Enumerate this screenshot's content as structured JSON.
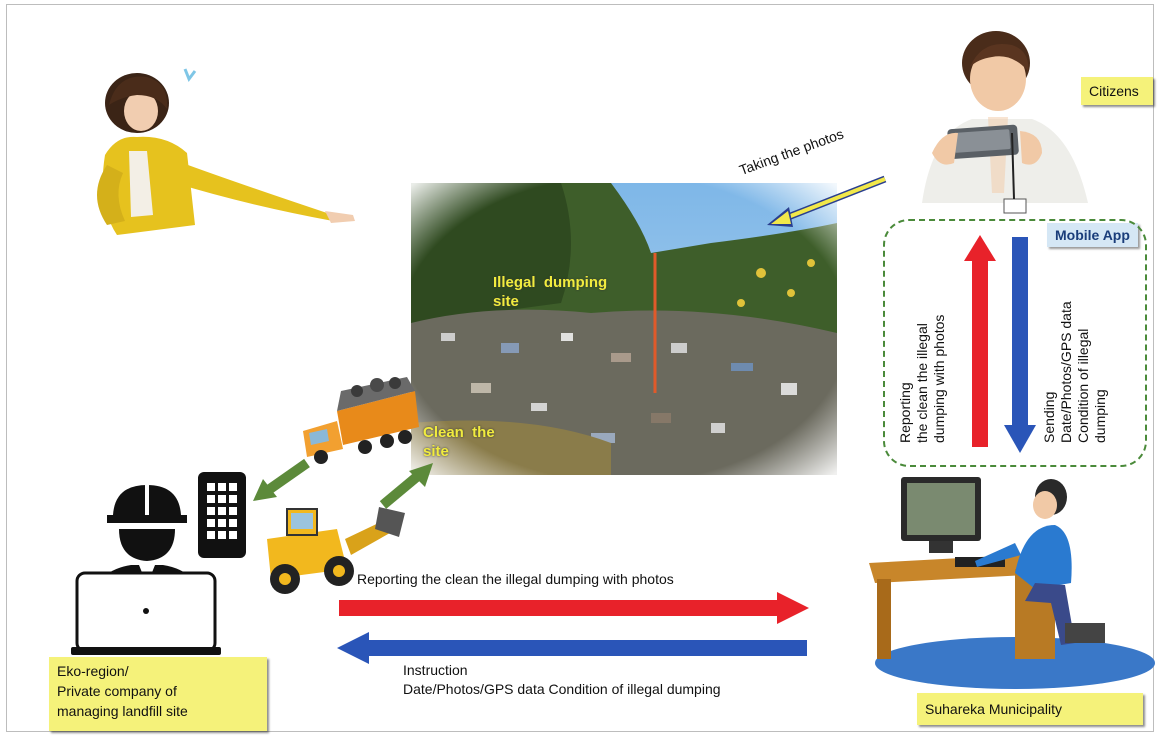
{
  "labels": {
    "citizens": "Citizens",
    "mobile_app": "Mobile App",
    "eko_region": "Eko-region/\nPrivate company of\nmanaging landfill site",
    "municipality": "Suhareka Municipality"
  },
  "photo": {
    "illegal_dumping": "Illegal  dumping\nsite",
    "clean_site": "Clean  the\nsite"
  },
  "arrows": {
    "taking_photos": "Taking the photos",
    "reporting_app": "Reporting\nthe clean the illegal\ndumping with photos",
    "sending_app": "Sending\nDate/Photos/GPS data\nCondition of illegal\ndumping",
    "reporting_bottom": "Reporting the clean the illegal dumping with photos",
    "instruction": "Instruction\nDate/Photos/GPS data Condition of illegal dumping"
  },
  "colors": {
    "red_arrow": "#e8222a",
    "blue_arrow": "#2a55b8",
    "green_arrow": "#5c8a3a",
    "label_yellow": "#f5f27a",
    "dashed_border": "#4a8a3a"
  },
  "icons": [
    "woman-pointing-figure",
    "citizen-with-phone-figure",
    "dump-truck-icon",
    "wheel-loader-icon",
    "worker-with-laptop-icon",
    "phone-icon",
    "municipality-worker-at-computer-icon",
    "dumping-site-photo"
  ]
}
